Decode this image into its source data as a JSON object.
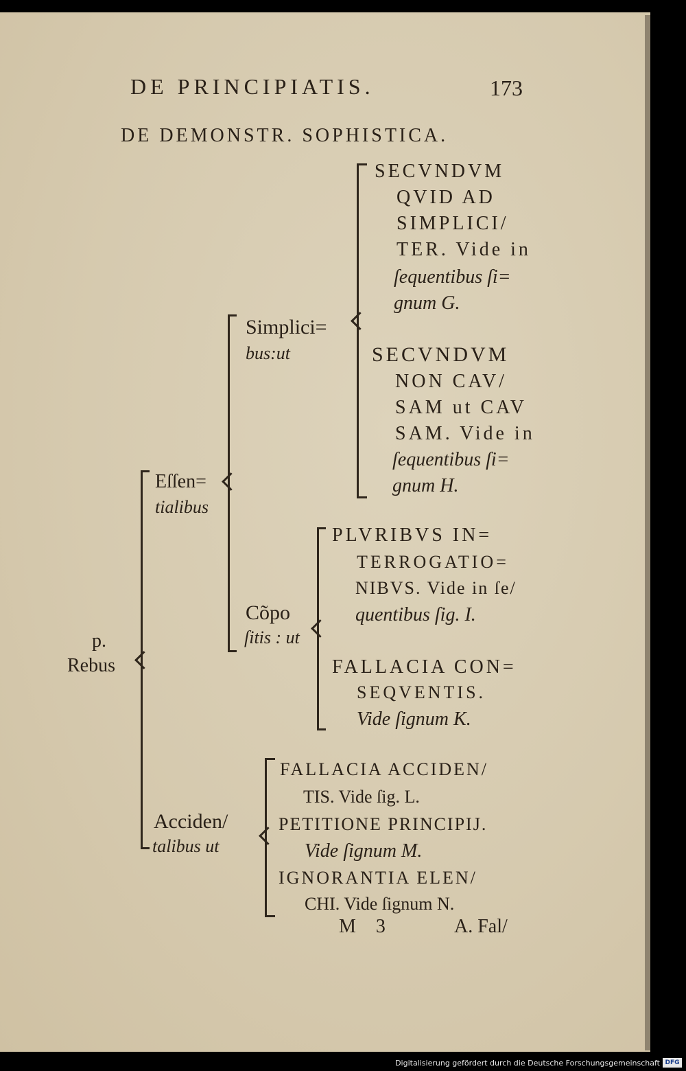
{
  "header": {
    "running_title": "DE PRINCIPIATIS.",
    "page_number": "173"
  },
  "section_title": "DE DEMONSTR. SOPHISTICA.",
  "root": {
    "line1": "p.",
    "line2": "Rebus"
  },
  "essentialibus": {
    "label1": "Eſſen=",
    "label2": "tialibus",
    "simplicibus": {
      "label1": "Simplici=",
      "label2": "bus:ut",
      "item1": [
        "SECVNDVM",
        "QVID AD",
        "SIMPLICI/",
        "TER. Vide in",
        "ſequentibus ſi=",
        "gnum G."
      ],
      "item2": [
        "SECVNDVM",
        "NON CAV/",
        "SAM ut CAV",
        "SAM. Vide in",
        "ſequentibus ſi=",
        "gnum H."
      ]
    },
    "compositis": {
      "label1": "Cõpo",
      "label2": "ſitis : ut",
      "item1": [
        "PLVRIBVS IN=",
        "TERROGATIO=",
        "NIBVS. Vide in ſe/",
        "quentibus ſig. I."
      ],
      "item2": [
        "FALLACIA CON=",
        "SEQVENTIS.",
        "Vide ſignum K."
      ]
    }
  },
  "accidentalibus": {
    "label1": "Acciden/",
    "label2": "talibus ut",
    "items": [
      "FALLACIA ACCIDEN/",
      "TIS. Vide ſig. L.",
      "PETITIONE PRINCIPIJ.",
      "Vide ſignum M.",
      "IGNORANTIA ELEN/",
      "CHI. Vide ſignum N."
    ]
  },
  "signature": {
    "mark": "M 3",
    "catchword": "A. Fal/"
  },
  "footer": {
    "credit": "Digitalisierung gefördert durch die Deutsche Forschungsgemeinschaft",
    "logo": "DFG"
  }
}
